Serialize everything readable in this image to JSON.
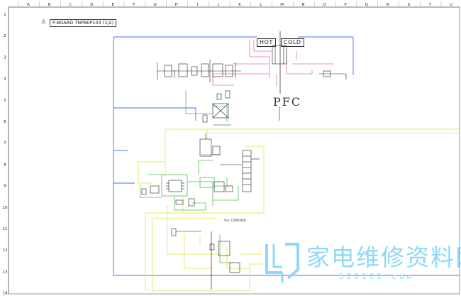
{
  "header": {
    "warning_symbol": "⚠",
    "title": "P-BOARD TNP8EP103 (1/2)"
  },
  "grid": {
    "columns": [
      "A",
      "B",
      "C",
      "D",
      "E",
      "F",
      "G",
      "H",
      "I",
      "J",
      "K",
      "L",
      "M",
      "N",
      "O",
      "P",
      "Q",
      "R",
      "S",
      "T",
      "U"
    ],
    "rows": [
      "1",
      "2",
      "3",
      "4",
      "5",
      "6",
      "7",
      "8",
      "9",
      "10",
      "11",
      "12",
      "13",
      "14"
    ]
  },
  "labels": {
    "hot": "HOT",
    "cold": "COLD",
    "pfc": "PFC",
    "vcc_control": "Vcc CONTROL"
  },
  "watermark": {
    "chinese": "家电维修资料网",
    "domain": "520101.com"
  },
  "colors": {
    "blue": "#4a6cf0",
    "yellow": "#e8e85a",
    "green": "#4fbf4f",
    "magenta": "#e070c0",
    "watermark": "#8fd9f4"
  }
}
